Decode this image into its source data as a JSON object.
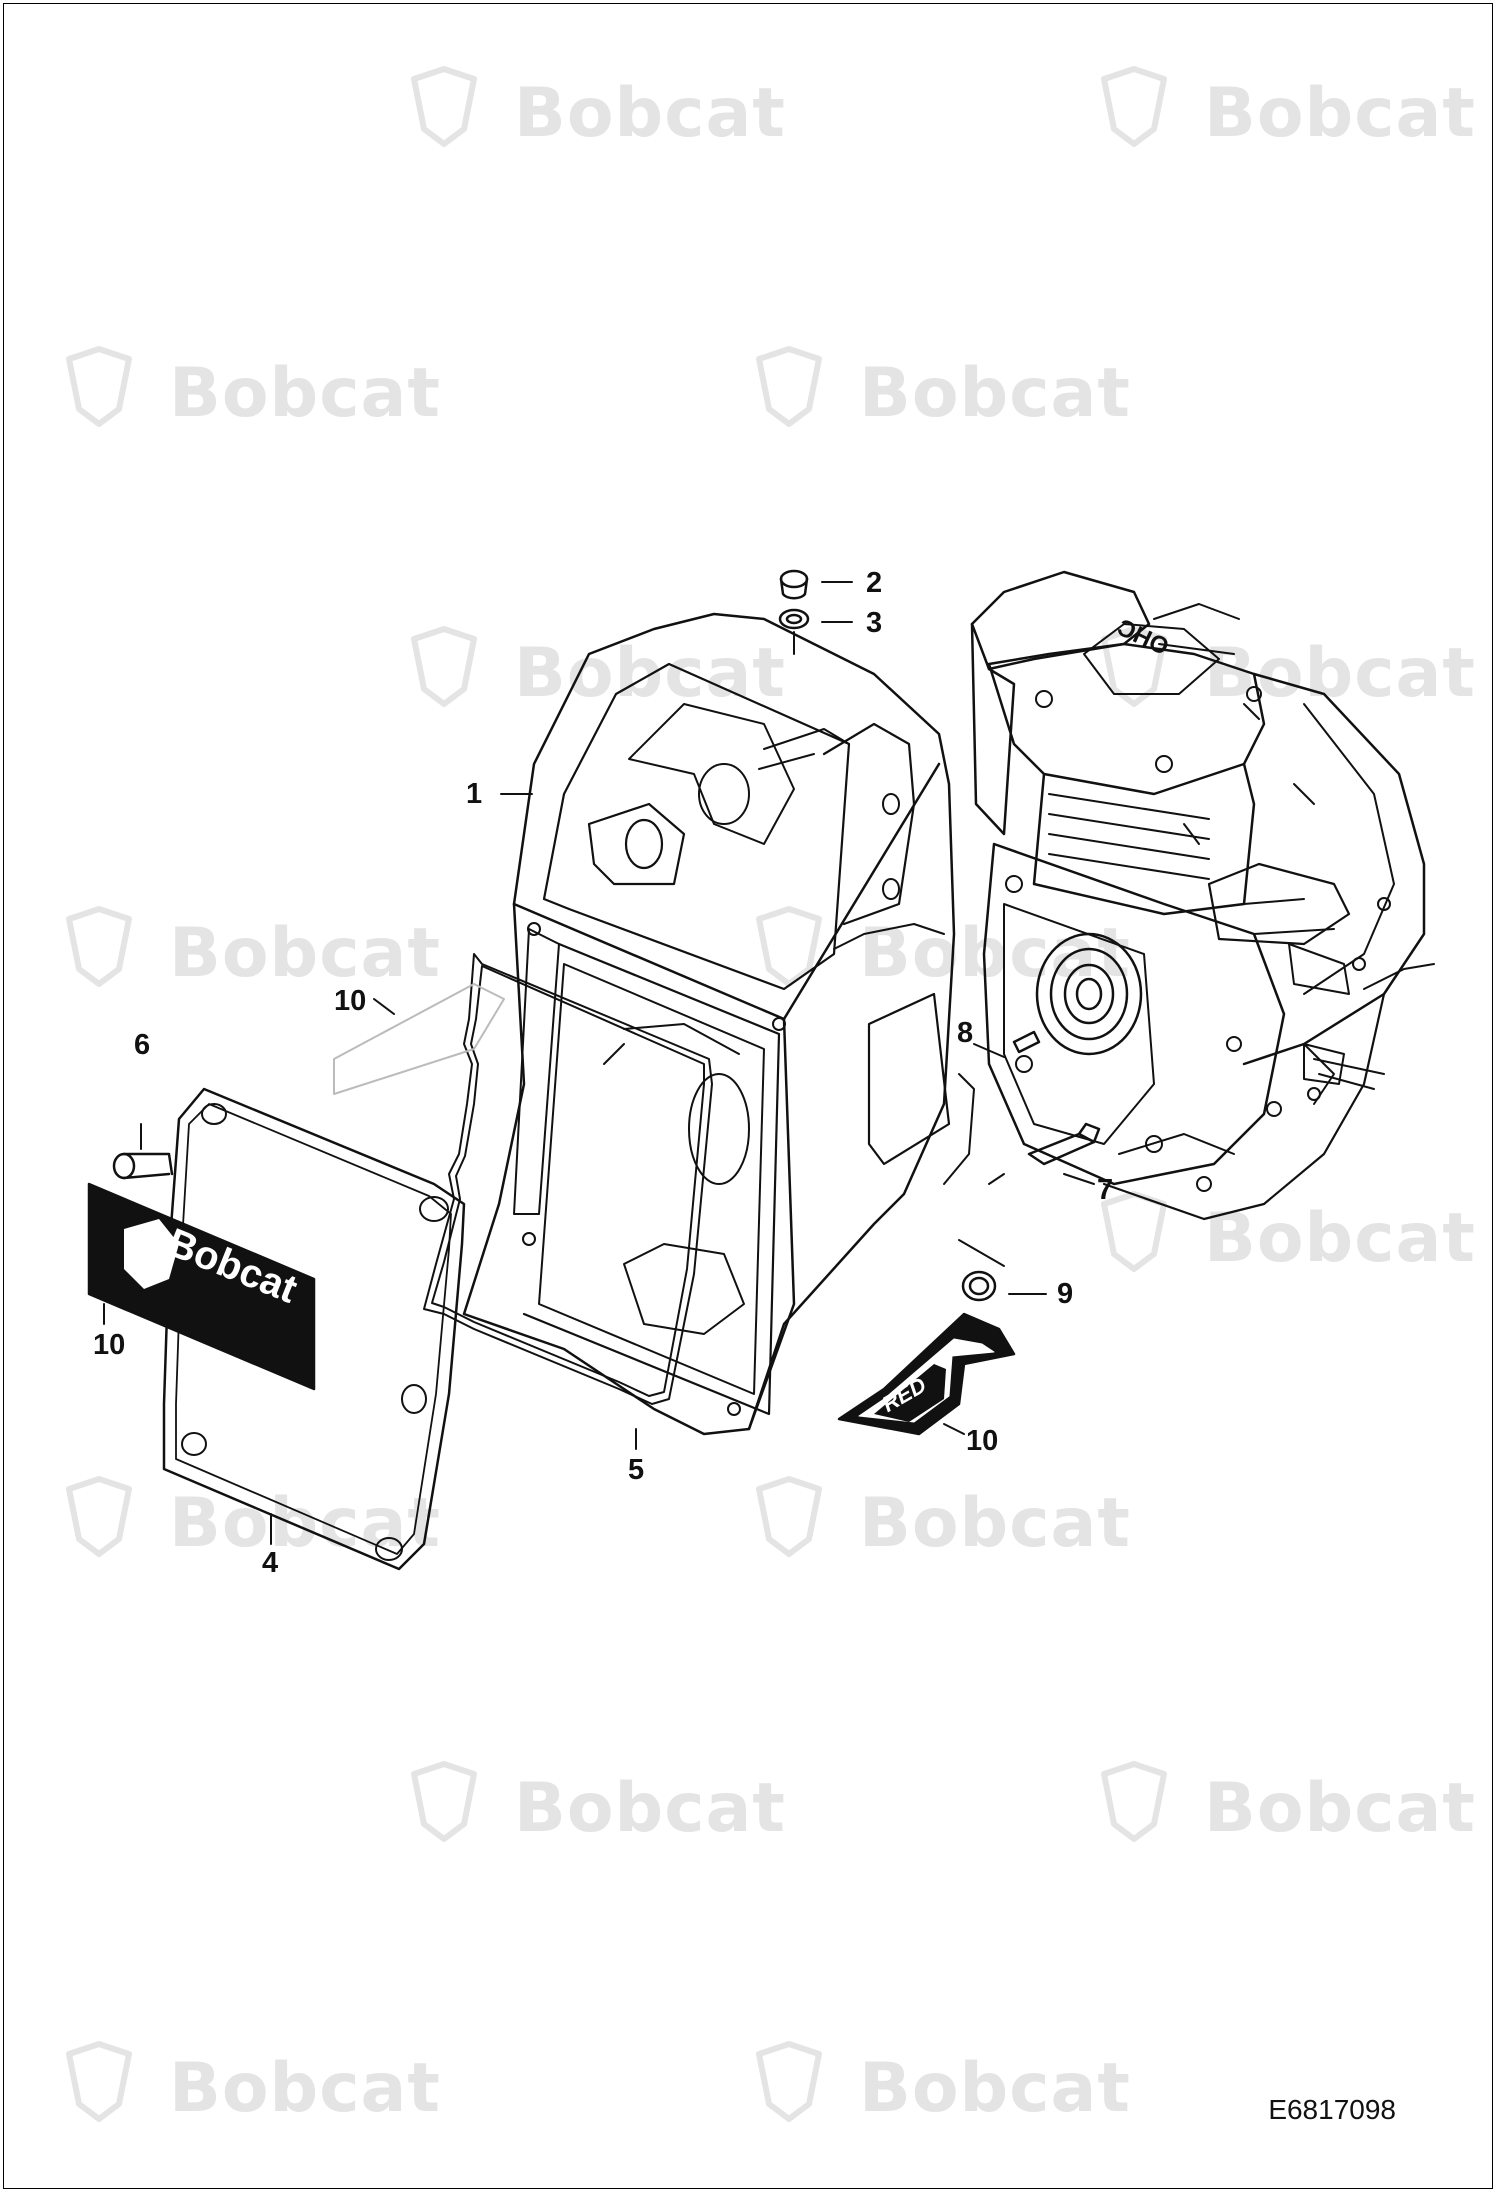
{
  "callouts": {
    "c1": "1",
    "c2": "2",
    "c3": "3",
    "c4": "4",
    "c5": "5",
    "c6": "6",
    "c7": "7",
    "c8": "8",
    "c9": "9",
    "c10a": "10",
    "c10b": "10",
    "c10c": "10"
  },
  "decal_main_text": "Bobcat",
  "decal_side_text": "RED",
  "engine_label": "OHC",
  "watermark_text": "Bobcat",
  "document_id": "E6817098",
  "colors": {
    "ink": "#111111",
    "watermark": "#e4e4e4",
    "decal": "#111111"
  }
}
